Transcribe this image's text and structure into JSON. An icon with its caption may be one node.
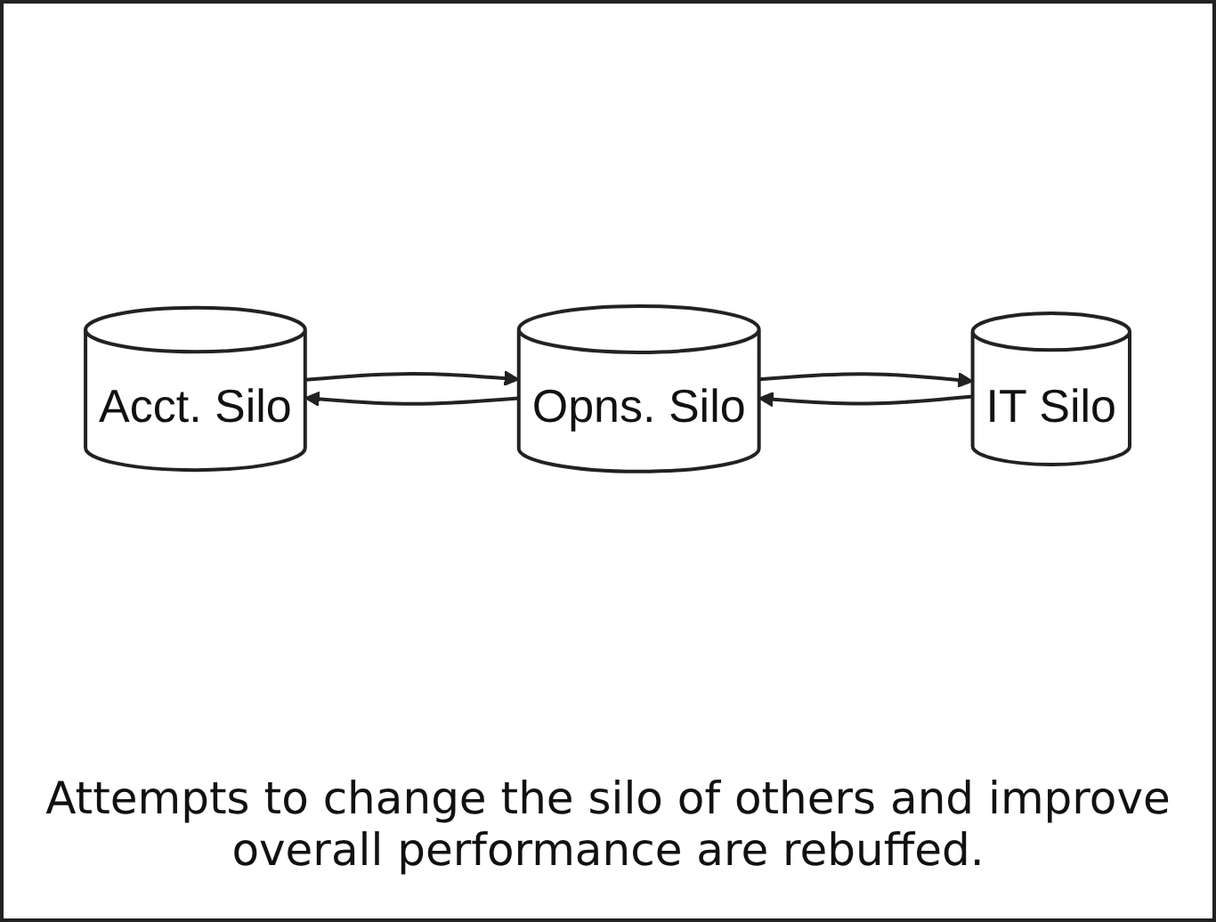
{
  "diagram": {
    "caption": "Attempts to change the silo of others and improve overall performance are rebuffed.",
    "nodes": [
      {
        "text": [
          "Acct. Silo"
        ]
      },
      {
        "text": [
          "Opns. Silo"
        ]
      },
      {
        "text": [
          "IT Silo"
        ]
      }
    ],
    "edges": [
      {
        "from": 2,
        "to": 1,
        "arrow": "to"
      },
      {
        "from": 0,
        "to": 1,
        "arrow": "to"
      },
      {
        "from": 1,
        "to": 2,
        "arrow": "to"
      },
      {
        "from": 1,
        "to": 0,
        "arrow": "to"
      }
    ]
  }
}
